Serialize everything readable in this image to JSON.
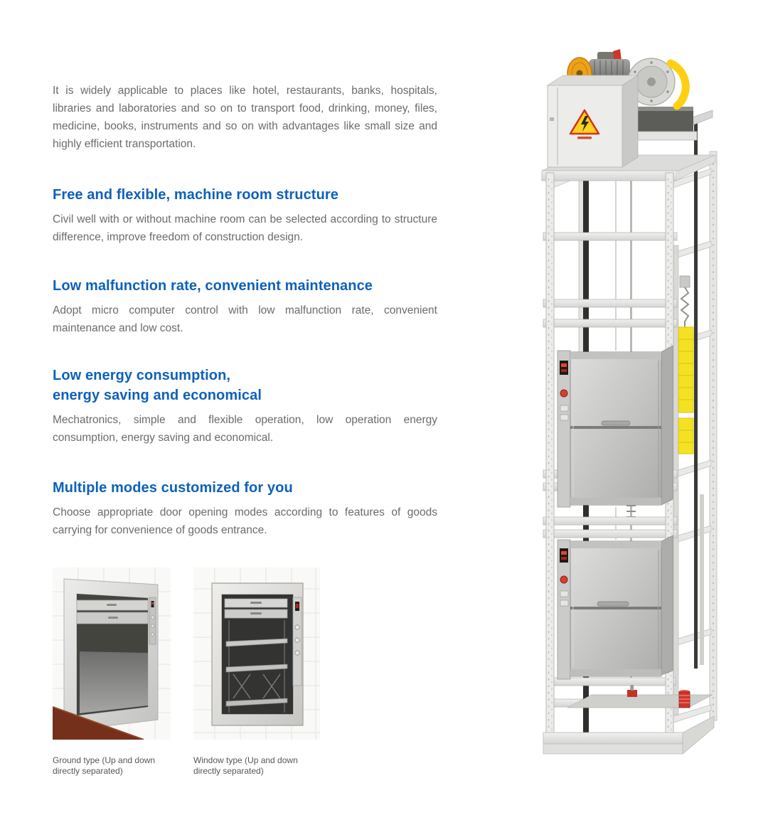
{
  "colors": {
    "accent_blue": "#0d61bb",
    "body_text": "#6b6b6b",
    "caption_text": "#565656",
    "counterweight_yellow": "#f4e222",
    "machine_yellow": "#efa11a",
    "safety_red": "#d0342a"
  },
  "icons": {
    "warning": "warning-triangle-icon"
  },
  "intro": {
    "text": "It is widely applicable to places like hotel, restaurants, banks, hospitals, libraries and laboratories and so on to transport food, drinking, money, files, medicine, books, instruments and so on with advantages like small size and highly efficient transportation."
  },
  "sections": [
    {
      "heading": "Free and flexible, machine room structure",
      "body": "Civil well with or without machine room can be selected according to structure difference, improve freedom of construction design."
    },
    {
      "heading": "Low malfunction rate, convenient maintenance",
      "body": "Adopt micro computer control with low malfunction rate, convenient maintenance and low cost."
    },
    {
      "heading": "Low energy consumption,\nenergy saving and economical",
      "body": "Mechatronics, simple and flexible operation, low operation energy consumption, energy saving and economical."
    },
    {
      "heading": "Multiple modes customized for you",
      "body": "Choose appropriate door opening modes according to features of goods carrying for convenience of goods entrance."
    }
  ],
  "figures": [
    {
      "caption": "Ground type (Up and down directly separated)"
    },
    {
      "caption": "Window type (Up and down directly separated)"
    }
  ]
}
